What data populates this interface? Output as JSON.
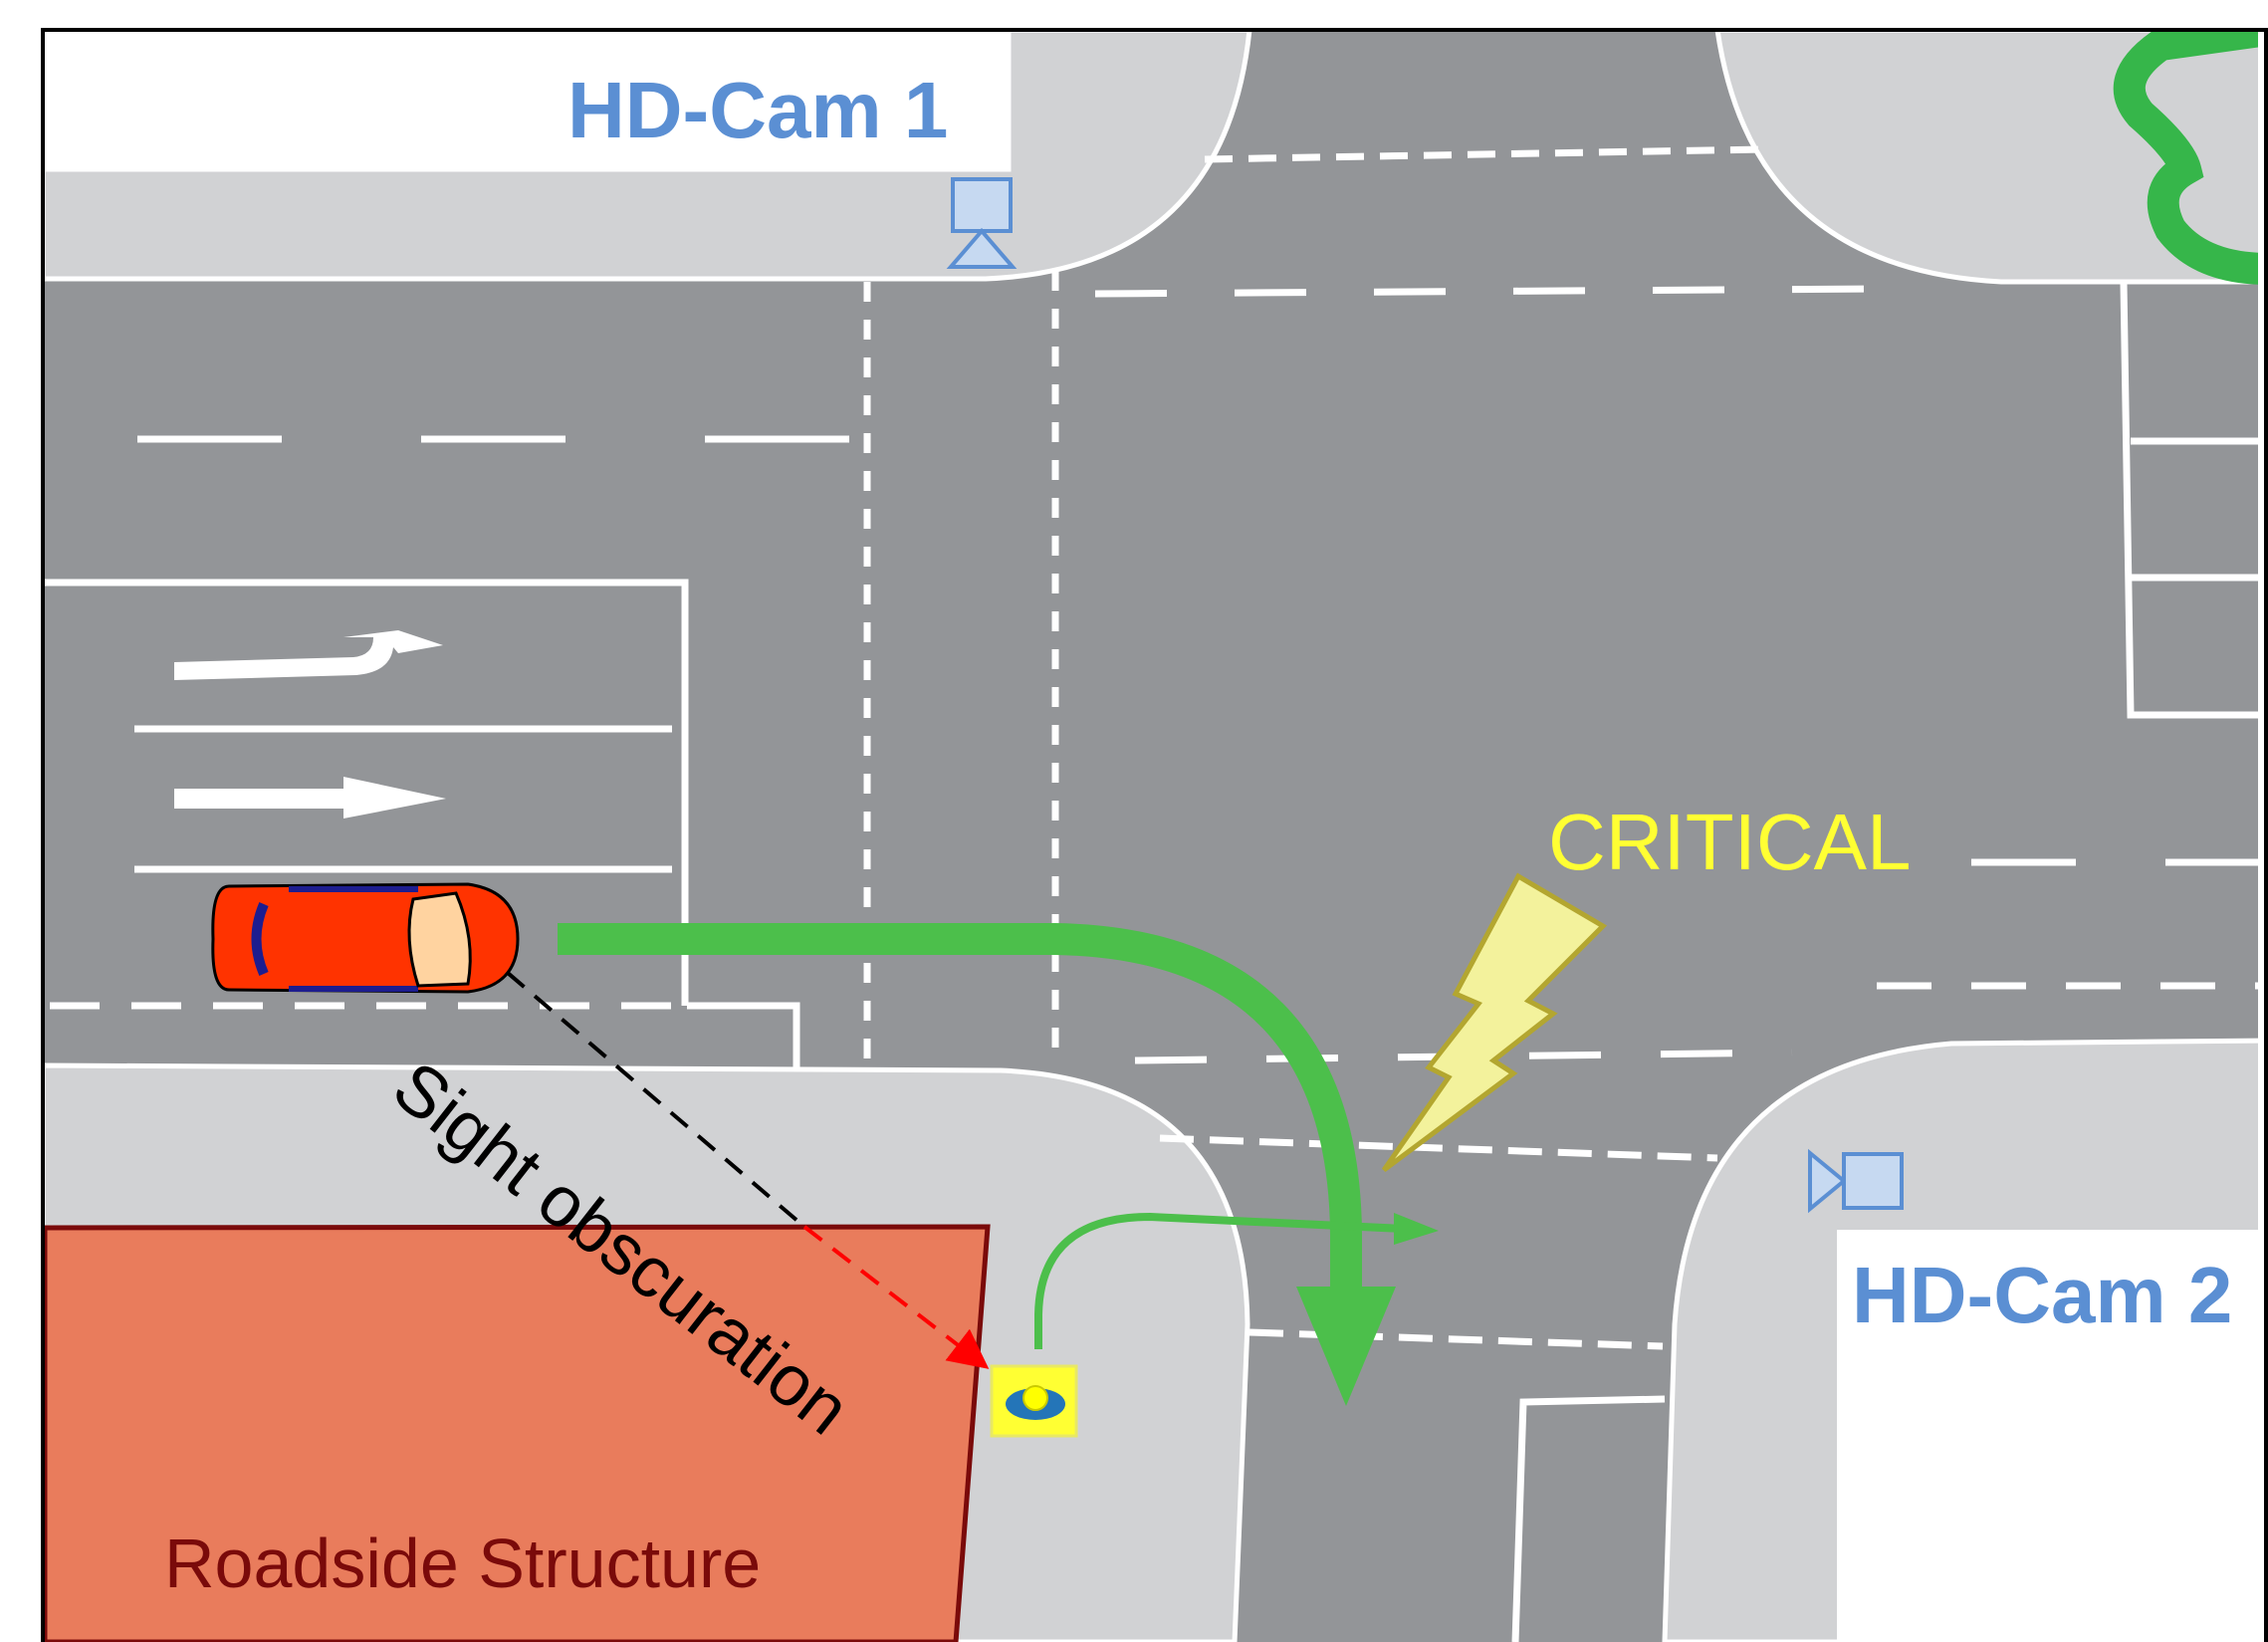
{
  "labels": {
    "camera_1": "HD-Cam 1",
    "camera_2": "HD-Cam 2",
    "critical": "CRITICAL",
    "sight_obscuration": "Sight obscuration",
    "roadside_structure": "Roadside Structure"
  },
  "icons": {
    "camera_1": "surveillance-camera-icon",
    "camera_2": "surveillance-camera-icon",
    "vehicle": "red-car-icon",
    "pedestrian": "pedestrian-top-view-icon",
    "collision": "lightning-bolt-icon",
    "tree": "tree-icon"
  },
  "colors": {
    "road": "#939598",
    "sidewalk": "#d1d2d4",
    "lane_marking": "#ffffff",
    "trajectory": "#4cbf4b",
    "camera": "#5b8fd3",
    "critical": "#ffff33",
    "lightning_fill": "#f3f29c",
    "structure_fill": "#e97c5c",
    "structure_text": "#7a0a0a",
    "car_body": "#ff3300",
    "sight_line": "#000000",
    "sight_line_blocked": "#ff0000"
  }
}
